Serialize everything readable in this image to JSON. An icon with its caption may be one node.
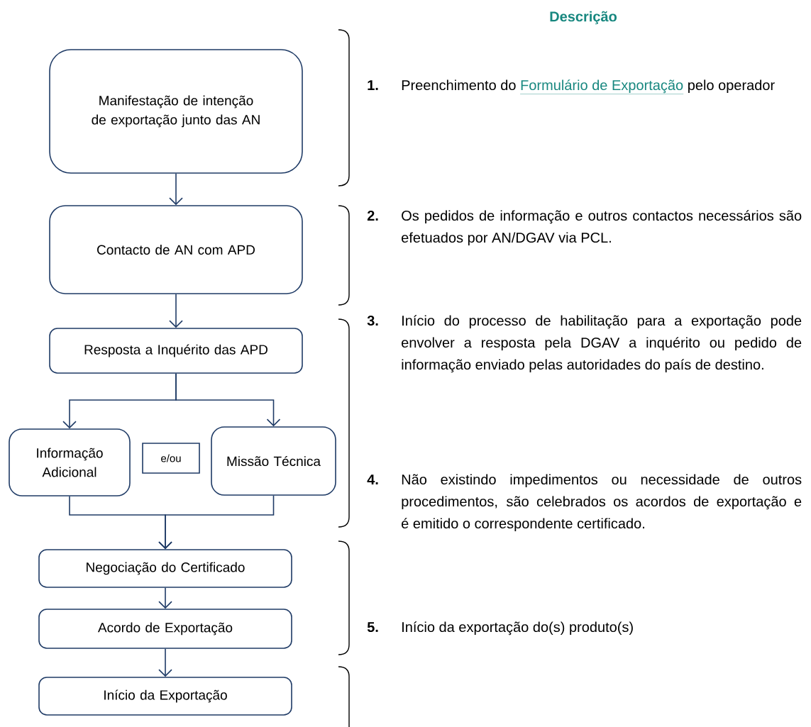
{
  "diagram": {
    "title": "Descrição",
    "nodes": [
      {
        "text": [
          "Manifestação de intenção de exportação junto das AN"
        ]
      },
      {
        "text": [
          "Contacto de AN com APD"
        ]
      },
      {
        "text": [
          "Resposta a Inquérito das APD"
        ]
      },
      {
        "text": [
          "Informação Adicional"
        ]
      },
      {
        "text": [
          "e/ou"
        ]
      },
      {
        "text": [
          "Missão Técnica"
        ]
      },
      {
        "text": [
          "Negociação do Certificado"
        ]
      },
      {
        "text": [
          "Acordo de Exportação"
        ]
      },
      {
        "text": [
          "Início da Exportação"
        ]
      }
    ],
    "edges": [
      {
        "from": 0,
        "to": 1,
        "arrow": "to"
      },
      {
        "from": 1,
        "to": 2,
        "arrow": "to"
      },
      {
        "from": 2,
        "to": 3,
        "arrow": "to"
      },
      {
        "from": 2,
        "to": 5,
        "arrow": "to"
      },
      {
        "from": 3,
        "to": 6,
        "arrow": "to"
      },
      {
        "from": 5,
        "to": 6,
        "arrow": "to"
      },
      {
        "from": 6,
        "to": 7,
        "arrow": "to"
      },
      {
        "from": 7,
        "to": 8,
        "arrow": "to"
      }
    ],
    "labels": [
      "1.",
      "Preenchimento do",
      "Formulário de Exportação",
      "pelo operador",
      "2.",
      "Os pedidos de informação e outros contactos necessários são efetuados por AN/DGAV via PCL.",
      "3.",
      "Início do processo de habilitação para a exportação pode envolver a resposta pela DGAV a inquérito ou pedido de informação enviado pelas autoridades do país de destino.",
      "4.",
      "Não existindo impedimentos ou necessidade de outros procedimentos, são celebrados os acordos de exportação e é emitido o correspondente certificado.",
      "5.",
      "Início da exportação do(s) produto(s)"
    ]
  }
}
